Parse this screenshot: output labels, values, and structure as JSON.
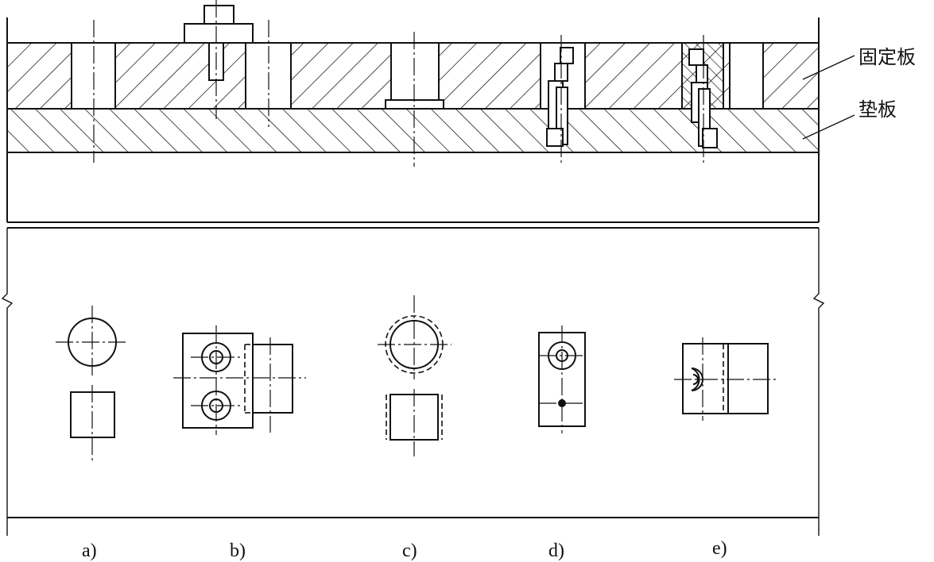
{
  "labels": {
    "fixed_plate": "固定板",
    "backing_plate": "垫板",
    "fig_a": "a)",
    "fig_b": "b)",
    "fig_c": "c)",
    "fig_d": "d)",
    "fig_e": "e)"
  }
}
